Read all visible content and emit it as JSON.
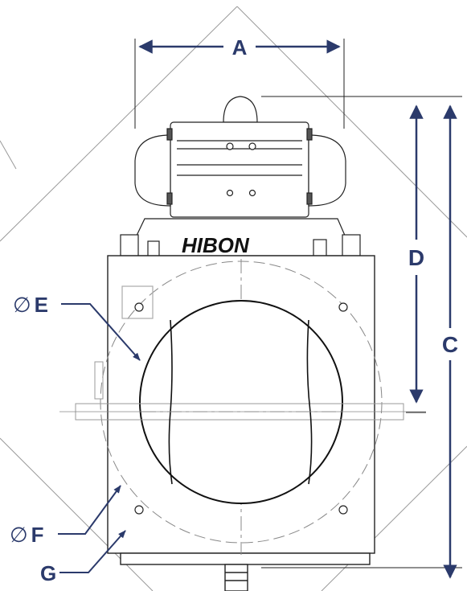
{
  "colors": {
    "dimension": "#2b3a6b",
    "line": "#222222",
    "thin": "#888888"
  },
  "brand_text": "HIBON",
  "dimensions": {
    "a": "A",
    "c": "C",
    "d": "D",
    "e_symbol": "∅",
    "e": "E",
    "f_symbol": "∅",
    "f": "F",
    "g": "G"
  }
}
